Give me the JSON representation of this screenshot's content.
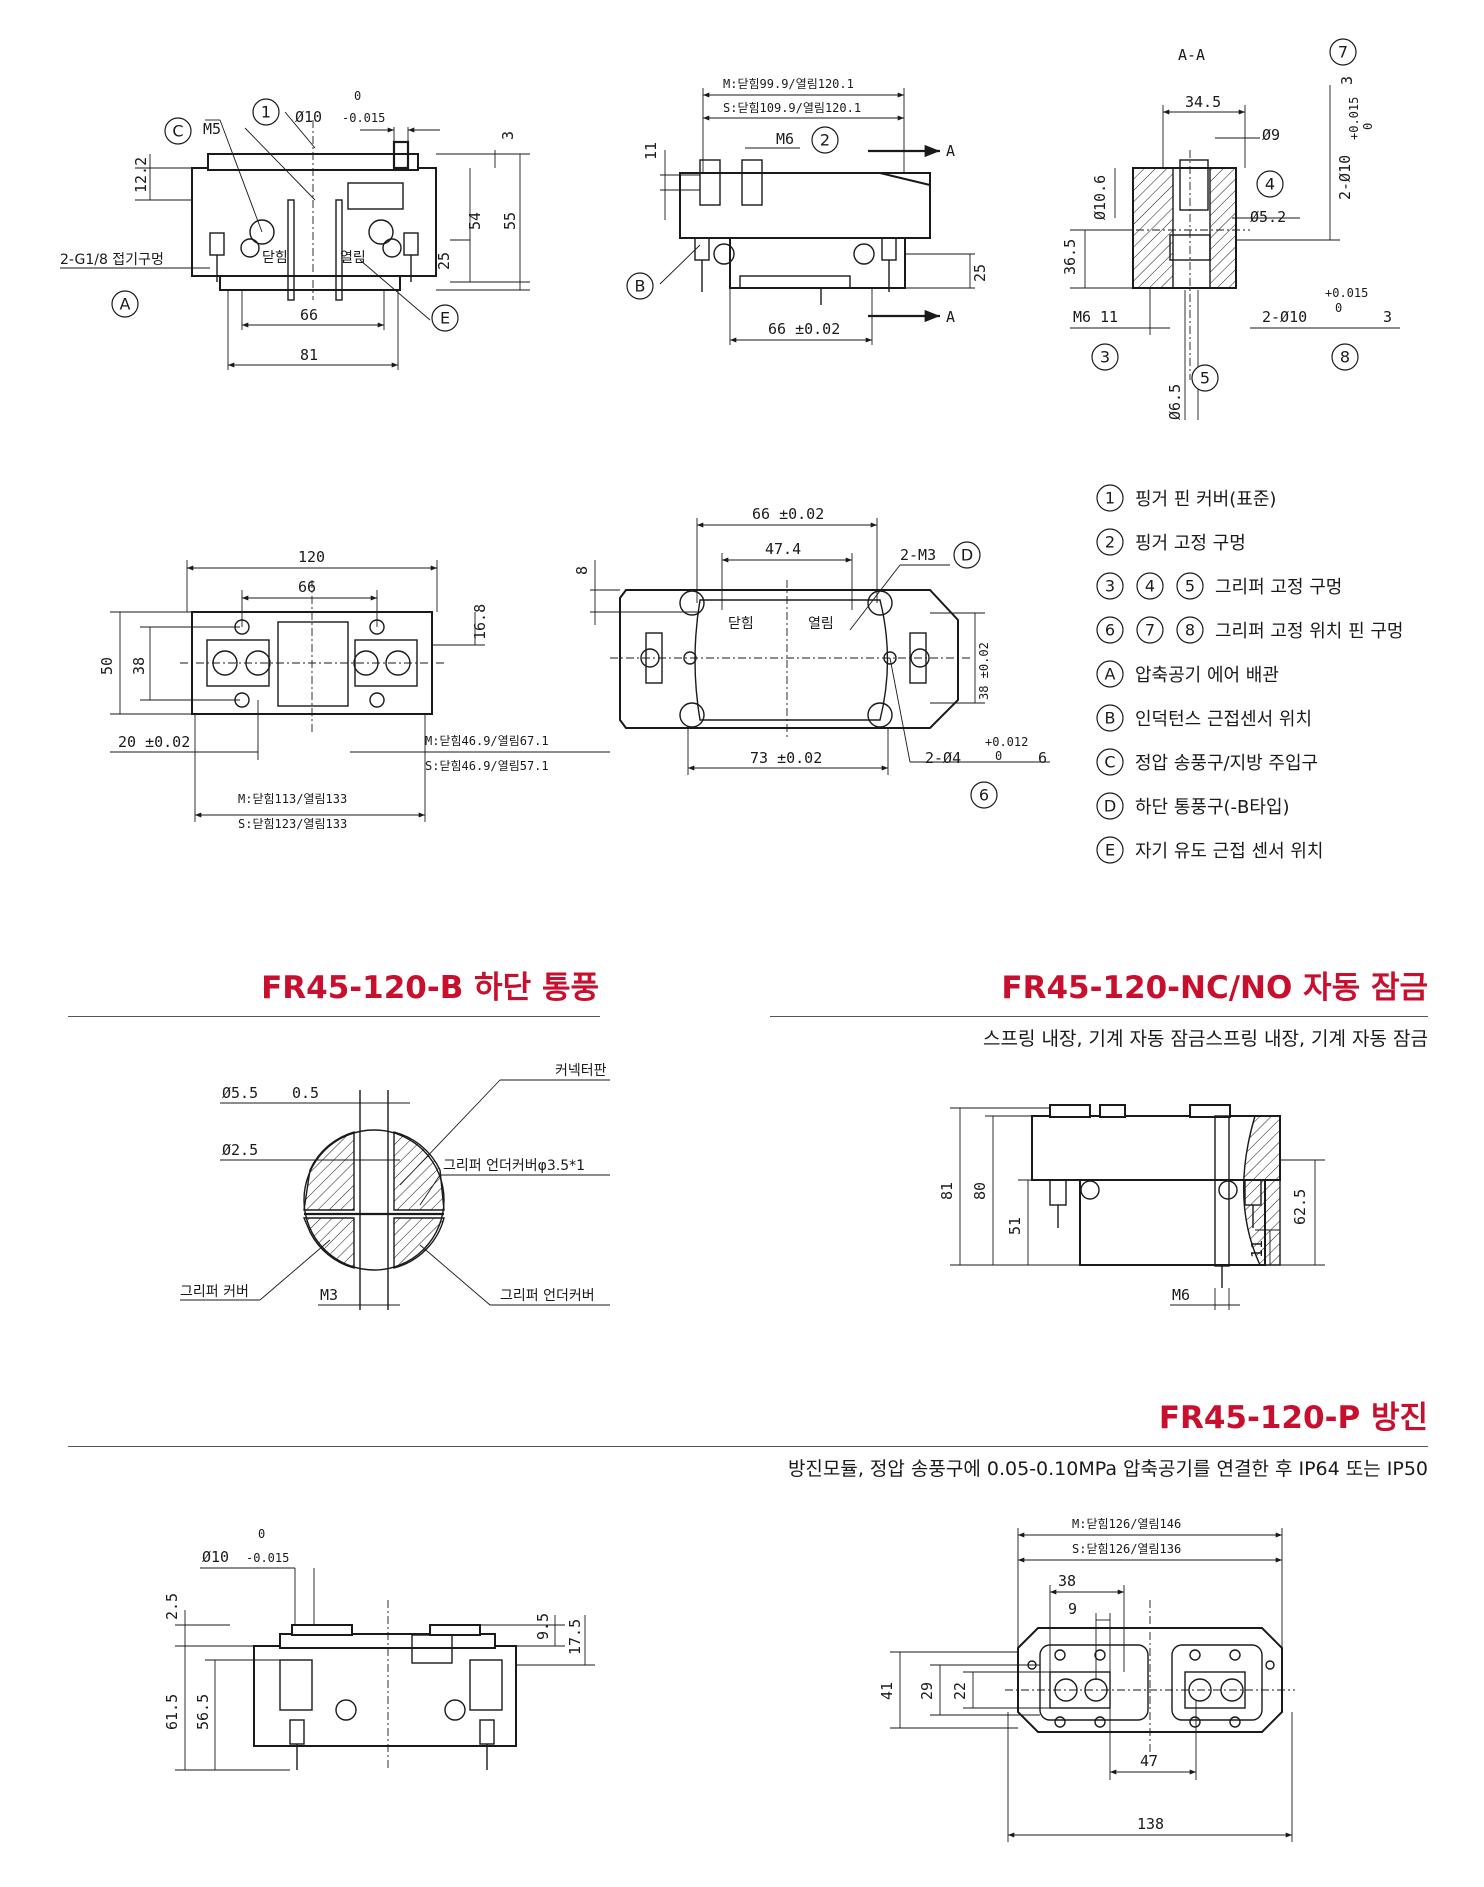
{
  "sections": {
    "b": {
      "title": "FR45-120-B 하단 통풍"
    },
    "nc": {
      "title": "FR45-120-NC/NO 자동 잠금",
      "subtitle": "스프링 내장, 기계 자동 잠금스프링 내장, 기계 자동 잠금"
    },
    "p": {
      "title": "FR45-120-P 방진",
      "subtitle": "방진모듈, 정압 송풍구에 0.05-0.10MPa 압축공기를 연결한 후 IP64 또는 IP50"
    }
  },
  "legend": [
    {
      "marks": [
        "1"
      ],
      "text": "핑거 핀 커버(표준)"
    },
    {
      "marks": [
        "2"
      ],
      "text": "핑거 고정 구멍"
    },
    {
      "marks": [
        "3",
        "4",
        "5"
      ],
      "text": "그리퍼 고정 구멍"
    },
    {
      "marks": [
        "6",
        "7",
        "8"
      ],
      "text": "그리퍼 고정 위치 핀 구멍"
    },
    {
      "marks": [
        "A"
      ],
      "text": "압축공기 에어 배관"
    },
    {
      "marks": [
        "B"
      ],
      "text": "인덕턴스 근접센서 위치"
    },
    {
      "marks": [
        "C"
      ],
      "text": "정압 송풍구/지방 주입구"
    },
    {
      "marks": [
        "D"
      ],
      "text": "하단 통풍구(-B타입)"
    },
    {
      "marks": [
        "E"
      ],
      "text": "자기 유도 근접 센서 위치"
    }
  ],
  "view1": {
    "d10": "Ø10",
    "tol0": "0",
    "tolm": "-0.015",
    "m5": "M5",
    "h12": "12.2",
    "h3": "3",
    "h54": "54",
    "h55": "55",
    "h25": "25",
    "g18": "2-G1/8 접기구멍",
    "w66": "66",
    "w81": "81",
    "close": "닫힘",
    "open": "열림"
  },
  "view2": {
    "m1": "M:닫힘99.9/열림120.1",
    "s1": "S:닫힘109.9/열림120.1",
    "m6": "M6",
    "h11": "11",
    "h25": "25",
    "w66": "66 ±0.02",
    "a": "A"
  },
  "view3": {
    "aa": "A-A",
    "w345": "34.5",
    "d9": "Ø9",
    "d106": "Ø10.6",
    "d52": "Ø5.2",
    "h365": "36.5",
    "m6": "M6",
    "dep11": "11",
    "d10a": "2-Ø10",
    "tol0": "0",
    "tolp": "+0.015",
    "dep3": "3",
    "d65": "Ø6.5"
  },
  "view4": {
    "w120": "120",
    "w66": "66",
    "h50": "50",
    "h38": "38",
    "h168": "16.8",
    "w20": "20 ±0.02",
    "m2": "M:닫힘46.9/열림67.1",
    "s2": "S:닫힘46.9/열림57.1",
    "m3": "M:닫힘113/열림133",
    "s3": "S:닫힘123/열림133"
  },
  "view5": {
    "w66": "66 ±0.02",
    "w474": "47.4",
    "h8": "8",
    "m3": "2-M3",
    "h38": "38 ±0.02",
    "w73": "73 ±0.02",
    "d4": "2-Ø4",
    "tol0": "0",
    "tolp": "+0.012",
    "dep6": "6",
    "close": "닫힘",
    "open": "열림"
  },
  "view6": {
    "d55": "Ø5.5",
    "dep05": "0.5",
    "d25": "Ø2.5",
    "conn": "커넥터판",
    "under1": "그리퍼 언더커버φ3.5*1",
    "cover": "그리퍼 커버",
    "m3": "M3",
    "under2": "그리퍼 언더커버"
  },
  "view7": {
    "h81": "81",
    "h80": "80",
    "h51": "51",
    "h625": "62.5",
    "h11": "11",
    "m6": "M6"
  },
  "view8": {
    "d10": "Ø10",
    "tol0": "0",
    "tolm": "-0.015",
    "h25": "2.5",
    "h615": "61.5",
    "h565": "56.5",
    "h95": "9.5",
    "h175": "17.5"
  },
  "view9": {
    "m1": "M:닫힘126/열림146",
    "s1": "S:닫힘126/열림136",
    "w38": "38",
    "w9": "9",
    "h41": "41",
    "h29": "29",
    "h22": "22",
    "w47": "47",
    "w138": "138"
  }
}
